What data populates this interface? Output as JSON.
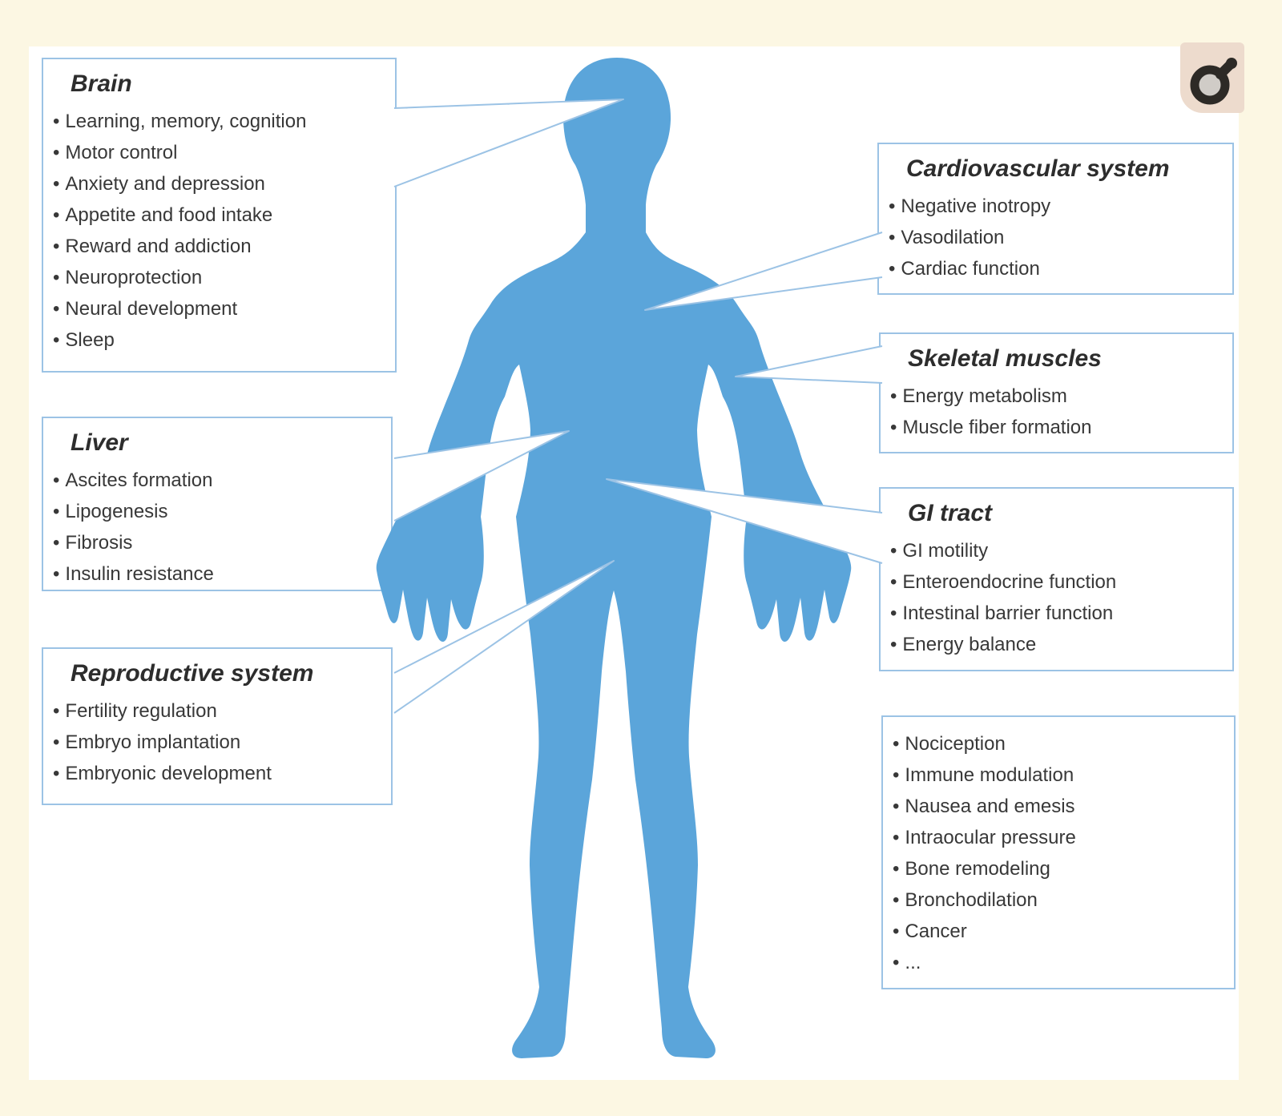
{
  "diagram": {
    "description": "Human body silhouette with callout boxes listing physiological functions per organ system"
  },
  "colors": {
    "background": "#fcf7e3",
    "panel": "#ffffff",
    "body_blue": "#5ba5da",
    "box_border": "#9cc3e5",
    "text": "#383838",
    "badge_background": "#eddbcd",
    "badge_glyph": "#2d2a26"
  },
  "icons": {
    "corner_badge": "male-symbol-icon"
  },
  "boxes": [
    {
      "id": "brain",
      "title": "Brain",
      "items": [
        "Learning, memory, cognition",
        "Motor control",
        "Anxiety and depression",
        "Appetite and food intake",
        "Reward and addiction",
        "Neuroprotection",
        "Neural development",
        "Sleep"
      ]
    },
    {
      "id": "liver",
      "title": "Liver",
      "items": [
        "Ascites formation",
        "Lipogenesis",
        "Fibrosis",
        "Insulin resistance"
      ]
    },
    {
      "id": "reproductive",
      "title": "Reproductive system",
      "items": [
        "Fertility regulation",
        "Embryo implantation",
        "Embryonic development"
      ]
    },
    {
      "id": "cardiovascular",
      "title": "Cardiovascular system",
      "items": [
        "Negative inotropy",
        "Vasodilation",
        "Cardiac function"
      ]
    },
    {
      "id": "skeletal",
      "title": "Skeletal muscles",
      "items": [
        "Energy metabolism",
        "Muscle fiber formation"
      ]
    },
    {
      "id": "gi",
      "title": "GI tract",
      "items": [
        "GI motility",
        "Enteroendocrine function",
        "Intestinal barrier function",
        "Energy balance"
      ]
    },
    {
      "id": "misc",
      "title": "",
      "items": [
        "Nociception",
        "Immune modulation",
        "Nausea and emesis",
        "Intraocular pressure",
        "Bone remodeling",
        "Bronchodilation",
        "Cancer",
        "..."
      ]
    }
  ]
}
